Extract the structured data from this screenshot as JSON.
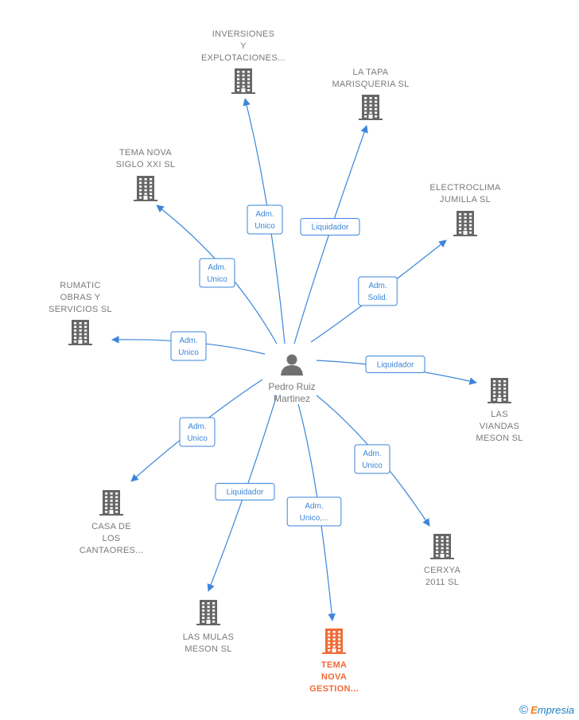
{
  "colors": {
    "edge": "#3b86d8",
    "node_text": "#7a7a7a",
    "building": "#666666",
    "highlight": "#f26a35",
    "label_border": "#3b86d8",
    "label_text": "#3b86d8"
  },
  "center": {
    "name_lines": [
      "Pedro Ruiz",
      "Martinez"
    ],
    "icon": "person-icon"
  },
  "nodes": [
    {
      "id": "inversiones",
      "lines": [
        "INVERSIONES",
        "Y",
        "EXPLOTACIONES..."
      ],
      "highlight": false,
      "icon": "building-icon"
    },
    {
      "id": "la-tapa",
      "lines": [
        "LA TAPA",
        "MARISQUERIA SL"
      ],
      "highlight": false,
      "icon": "building-icon"
    },
    {
      "id": "tema-nova-siglo",
      "lines": [
        "TEMA NOVA",
        "SIGLO XXI  SL"
      ],
      "highlight": false,
      "icon": "building-icon"
    },
    {
      "id": "electroclima",
      "lines": [
        "ELECTROCLIMA",
        "JUMILLA SL"
      ],
      "highlight": false,
      "icon": "building-icon"
    },
    {
      "id": "rumatic",
      "lines": [
        "RUMATIC",
        "OBRAS Y",
        "SERVICIOS SL"
      ],
      "highlight": false,
      "icon": "building-icon"
    },
    {
      "id": "las-viandas",
      "lines": [
        "LAS",
        "VIANDAS",
        "MESON SL"
      ],
      "highlight": false,
      "icon": "building-icon"
    },
    {
      "id": "casa-cantaores",
      "lines": [
        "CASA DE",
        "LOS",
        "CANTAORES..."
      ],
      "highlight": false,
      "icon": "building-icon"
    },
    {
      "id": "cerxya",
      "lines": [
        "CERXYA",
        "2011 SL"
      ],
      "highlight": false,
      "icon": "building-icon"
    },
    {
      "id": "las-mulas",
      "lines": [
        "LAS MULAS",
        "MESON SL"
      ],
      "highlight": false,
      "icon": "building-icon"
    },
    {
      "id": "tema-nova-gestion",
      "lines": [
        "TEMA",
        "NOVA",
        "GESTION..."
      ],
      "highlight": true,
      "icon": "building-icon"
    }
  ],
  "edges": [
    {
      "to": "inversiones",
      "label": [
        "Adm.",
        "Unico"
      ]
    },
    {
      "to": "la-tapa",
      "label": [
        "Liquidador"
      ]
    },
    {
      "to": "tema-nova-siglo",
      "label": [
        "Adm.",
        "Unico"
      ]
    },
    {
      "to": "electroclima",
      "label": [
        "Adm.",
        "Solid."
      ]
    },
    {
      "to": "rumatic",
      "label": [
        "Adm.",
        "Unico"
      ]
    },
    {
      "to": "las-viandas",
      "label": [
        "Liquidador"
      ]
    },
    {
      "to": "casa-cantaores",
      "label": [
        "Adm.",
        "Unico"
      ]
    },
    {
      "to": "cerxya",
      "label": [
        "Adm.",
        "Unico"
      ]
    },
    {
      "to": "las-mulas",
      "label": [
        "Liquidador"
      ]
    },
    {
      "to": "tema-nova-gestion",
      "label": [
        "Adm.",
        "Unico,..."
      ]
    }
  ],
  "footer": {
    "symbol": "©",
    "brand_initial": "E",
    "brand_rest": "mpresia"
  }
}
